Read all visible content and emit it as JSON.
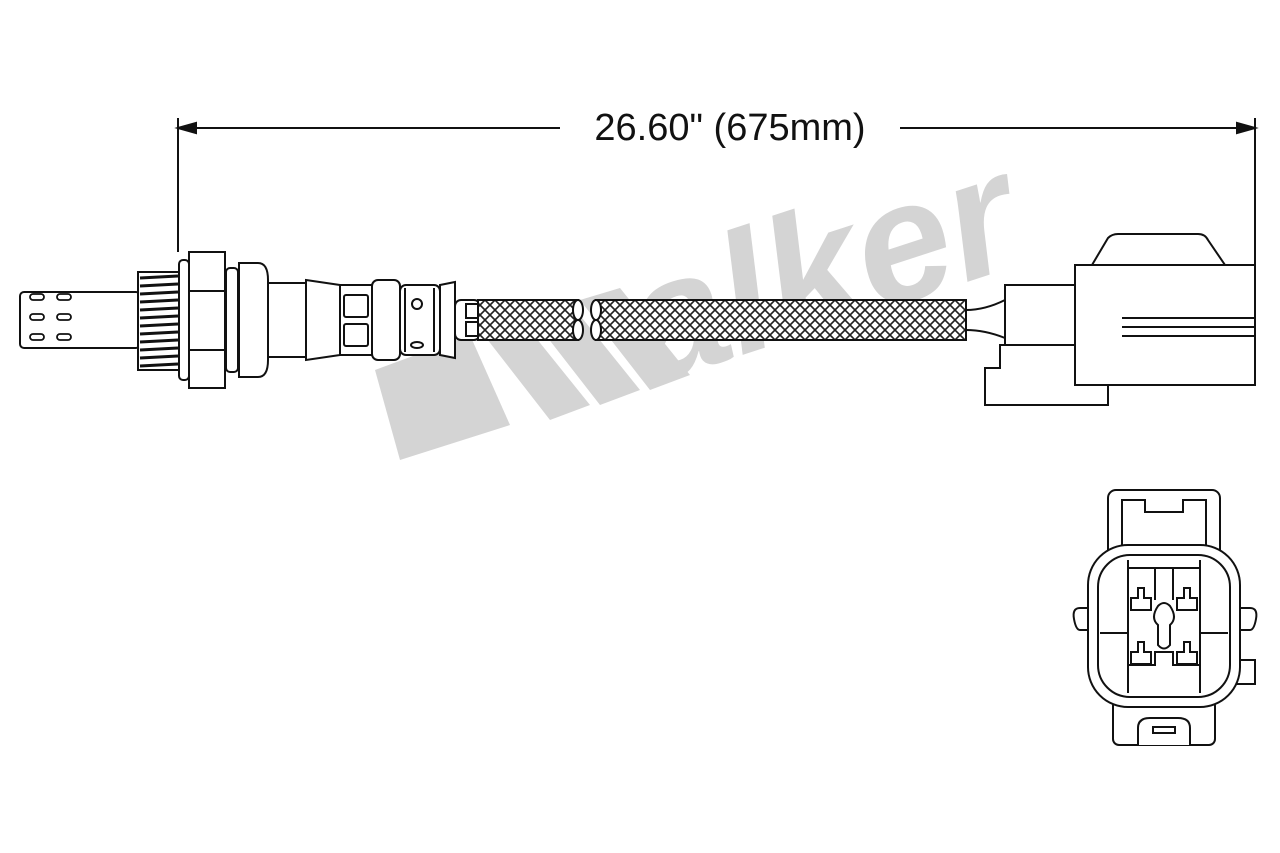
{
  "dimension": {
    "label": "26.60\" (675mm)",
    "inches": 26.6,
    "millimeters": 675
  },
  "watermark": {
    "text": "Walker",
    "color": "#d2d2d2"
  },
  "colors": {
    "line": "#111111",
    "background": "#ffffff"
  }
}
